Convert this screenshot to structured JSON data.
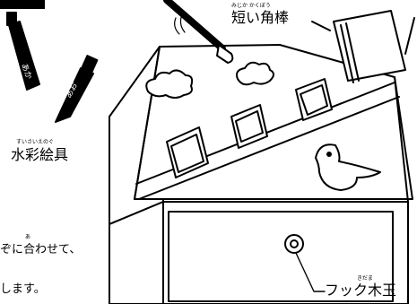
{
  "colors": {
    "ink": "#000000",
    "paper": "#ffffff",
    "tube_label": "#ffffff"
  },
  "labels": {
    "short_square_bar": "短い角棒",
    "short_square_bar_ruby": "みじか かくぼう",
    "watercolor_paint": "水彩絵具",
    "watercolor_paint_ruby": "すいさいえのぐ",
    "hook_wood_ball": "フック木玉",
    "hook_wood_ball_ruby": "きだま"
  },
  "paint_tubes": {
    "red_tube_text": "あか",
    "blue_tube_text": "あお"
  },
  "instructions": {
    "line1": "ぞに合わせて、",
    "line1_ruby": "あ",
    "line2": "します。"
  },
  "icons": [
    "paint-brush-icon",
    "paint-tube-icon",
    "cloud-icon",
    "bird-icon",
    "window-icon",
    "drawer-knob-icon"
  ]
}
